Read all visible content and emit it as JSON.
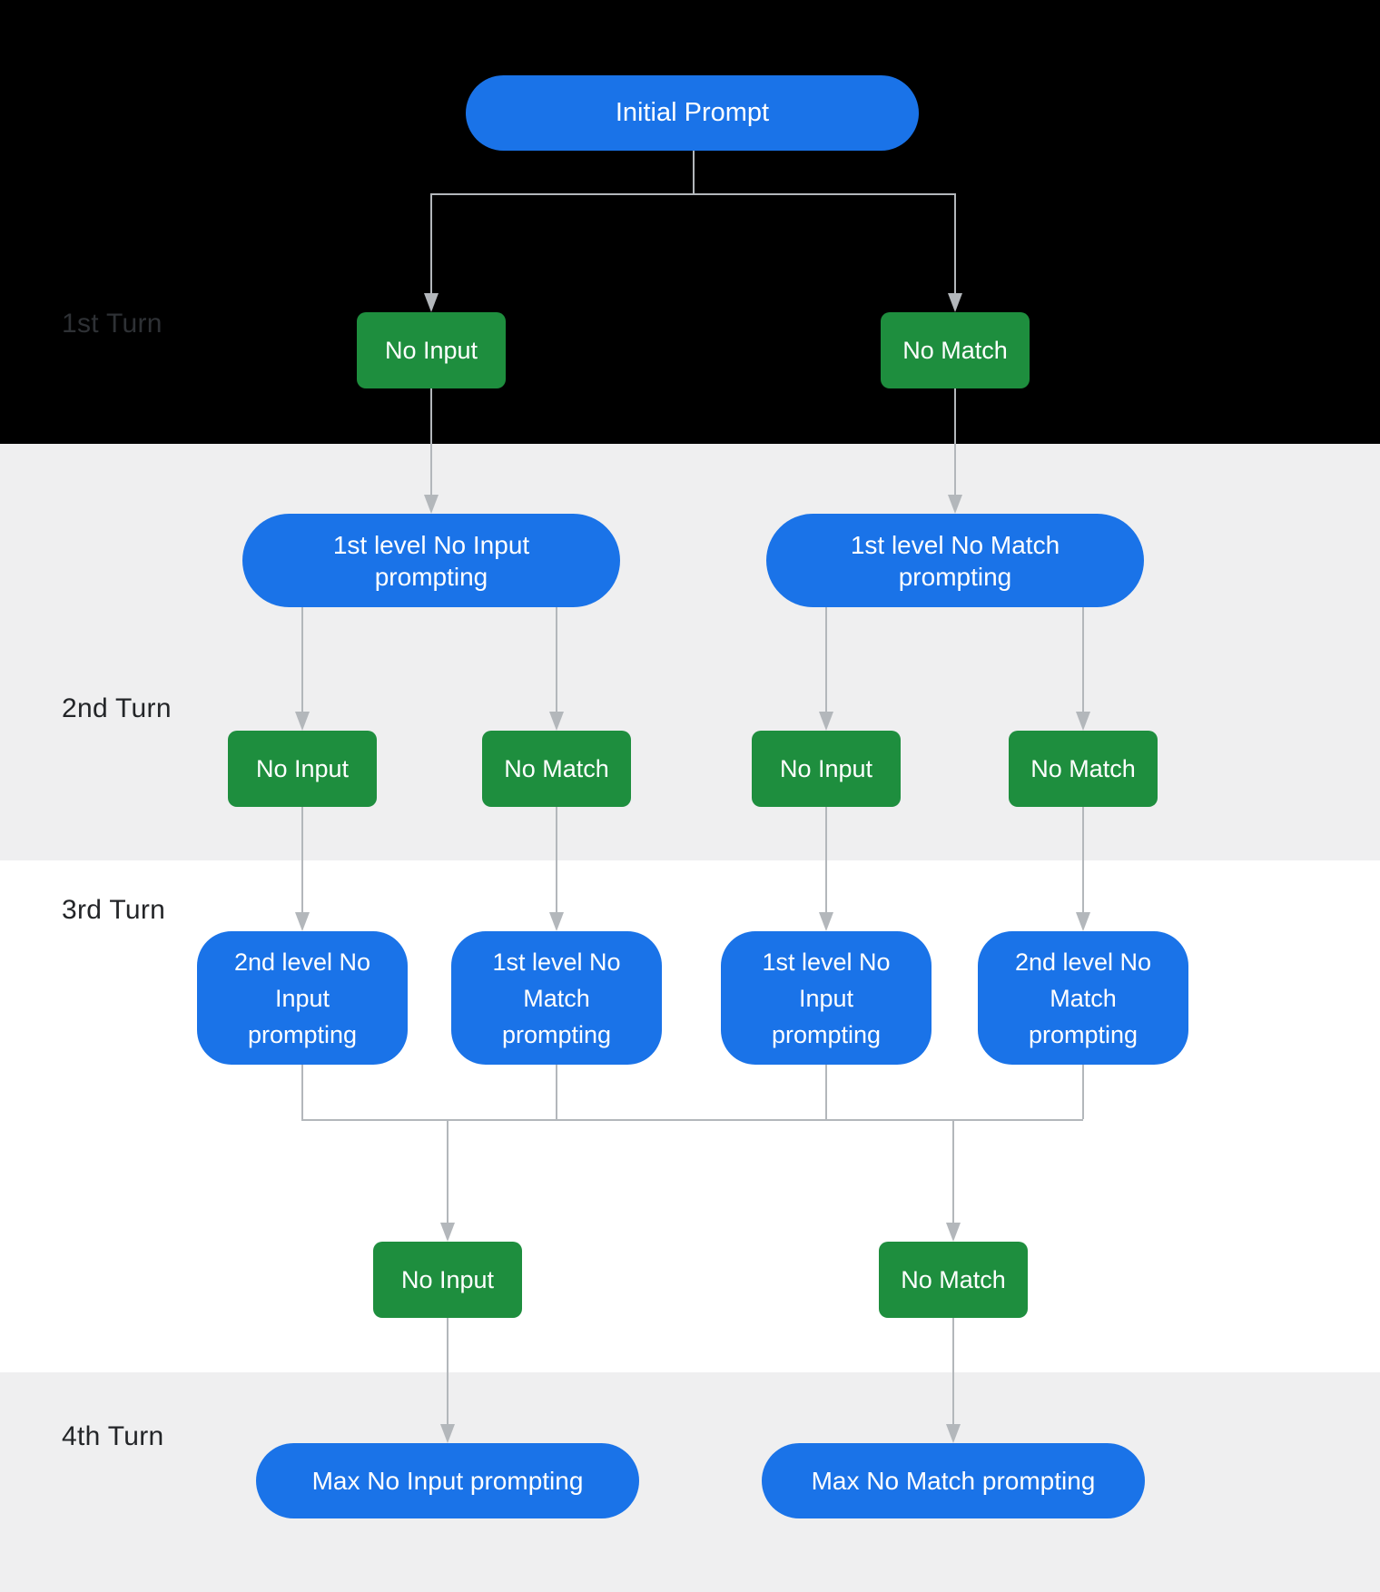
{
  "colors": {
    "blue": "#1a73e8",
    "green": "#1e8e3e",
    "line": "#b3b7bb",
    "section_dark": "#000000",
    "section_gray": "#efeff0",
    "section_white": "#ffffff",
    "turn_label": "#232528",
    "turn_label_on_dark": "#2e3135",
    "node_text": "#ffffff"
  },
  "turns": {
    "turn1": "1st Turn",
    "turn2": "2nd Turn",
    "turn3": "3rd Turn",
    "turn4": "4th Turn"
  },
  "nodes": {
    "initial_prompt": "Initial Prompt",
    "turn1_no_input": "No Input",
    "turn1_no_match": "No Match",
    "first_level_no_input_prompting": "1st level No Input\nprompting",
    "first_level_no_match_prompting": "1st level No Match\nprompting",
    "turn2_left_no_input": "No Input",
    "turn2_left_no_match": "No Match",
    "turn2_right_no_input": "No Input",
    "turn2_right_no_match": "No Match",
    "second_level_no_input_prompting": "2nd level No\nInput\nprompting",
    "first_level_no_match_prompting_repeat": "1st level No\nMatch\nprompting",
    "first_level_no_input_prompting_repeat": "1st level No\nInput\nprompting",
    "second_level_no_match_prompting": "2nd level No\nMatch\nprompting",
    "turn3_no_input": "No Input",
    "turn3_no_match": "No Match",
    "max_no_input_prompting": "Max No Input prompting",
    "max_no_match_prompting": "Max No Match prompting"
  }
}
